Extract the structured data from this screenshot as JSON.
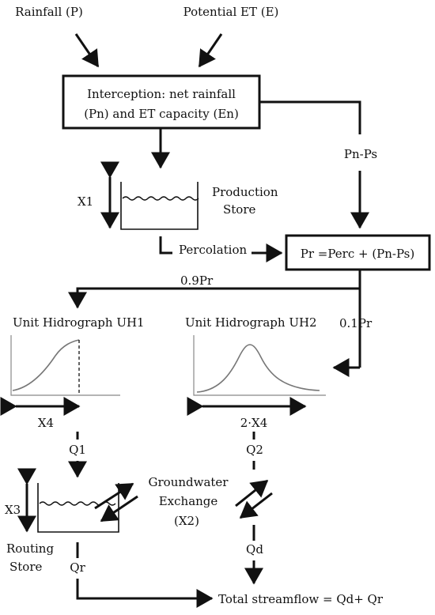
{
  "inputs": {
    "rainfall": "Rainfall (P)",
    "potential_et": "Potential ET (E)"
  },
  "interception": {
    "line1": "Interception: net rainfall",
    "line2": "(Pn) and ET capacity (En)"
  },
  "flows": {
    "pn_ps": "Pn-Ps",
    "percolation": "Percolation",
    "pr_09": "0.9Pr",
    "pr_01": "0.1Pr",
    "q1": "Q1",
    "q2": "Q2",
    "qd": "Qd",
    "qr": "Qr"
  },
  "production_store": {
    "param": "X1",
    "line1": "Production",
    "line2": "Store"
  },
  "pr_box": "Pr =Perc + (Pn-Ps)",
  "uh1": {
    "title": "Unit Hidrograph UH1",
    "param": "X4"
  },
  "uh2": {
    "title": "Unit Hidrograph UH2",
    "param": "2·X4"
  },
  "routing_store": {
    "param": "X3",
    "line1": "Routing",
    "line2": "Store"
  },
  "groundwater": {
    "line1": "Groundwater",
    "line2": "Exchange",
    "line3": "(X2)"
  },
  "output": "Total streamflow = Qd+ Qr"
}
